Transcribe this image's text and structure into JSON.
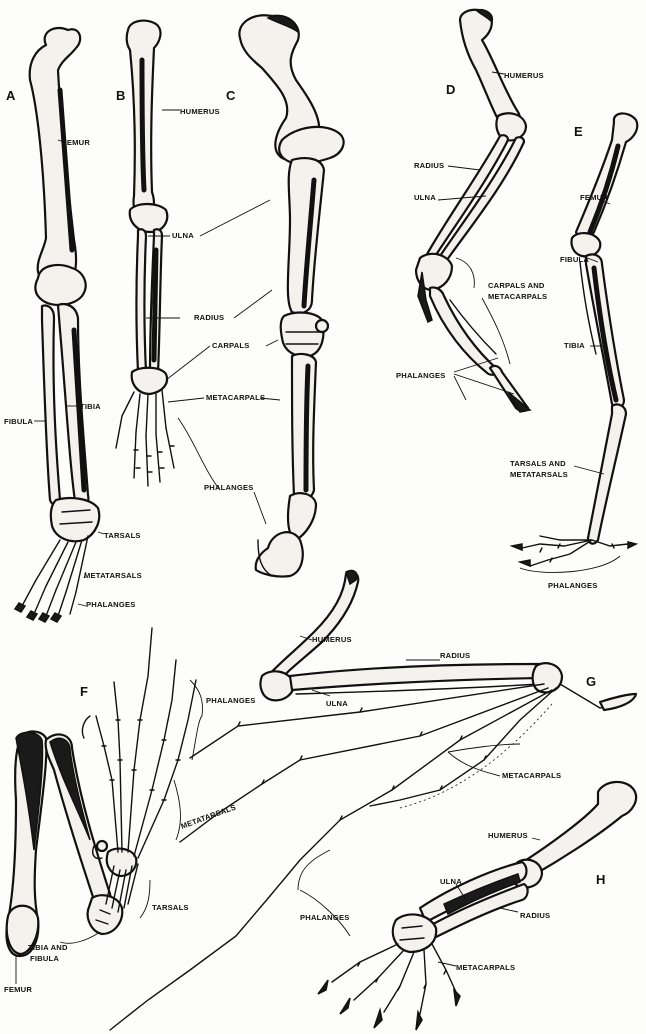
{
  "panels": {
    "A": {
      "letter": "A",
      "labels": {
        "femur": "FEMUR",
        "fibula": "FIBULA",
        "tibia": "TIBIA",
        "tarsals": "TARSALS",
        "metatarsals": "METATARSALS",
        "phalanges": "PHALANGES"
      }
    },
    "B": {
      "letter": "B",
      "labels": {
        "humerus": "HUMERUS",
        "ulna": "ULNA",
        "radius": "RADIUS",
        "carpals": "CARPALS",
        "metacarpals": "METACARPALS",
        "phalanges": "PHALANGES"
      }
    },
    "C": {
      "letter": "C"
    },
    "D": {
      "letter": "D",
      "labels": {
        "humerus": "HUMERUS",
        "radius": "RADIUS",
        "ulna": "ULNA",
        "carpals_metacarpals_1": "CARPALS AND",
        "carpals_metacarpals_2": "METACARPALS",
        "phalanges": "PHALANGES"
      }
    },
    "E": {
      "letter": "E",
      "labels": {
        "femur": "FEMUR",
        "fibula": "FIBULA",
        "tibia": "TIBIA",
        "tarsals_metatarsals_1": "TARSALS AND",
        "tarsals_metatarsals_2": "METATARSALS",
        "phalanges": "PHALANGES"
      }
    },
    "F": {
      "letter": "F",
      "labels": {
        "phalanges": "PHALANGES",
        "metatarsals": "METATARSALS",
        "tarsals": "TARSALS",
        "tibia_fibula_1": "TIBIA AND",
        "tibia_fibula_2": "FIBULA",
        "femur": "FEMUR"
      }
    },
    "G": {
      "letter": "G",
      "labels": {
        "humerus": "HUMERUS",
        "radius": "RADIUS",
        "ulna": "ULNA",
        "metacarpals": "METACARPALS",
        "phalanges": "PHALANGES"
      }
    },
    "H": {
      "letter": "H",
      "labels": {
        "humerus": "HUMERUS",
        "ulna": "ULNA",
        "radius": "RADIUS",
        "metacarpals": "METACARPALS"
      }
    }
  }
}
